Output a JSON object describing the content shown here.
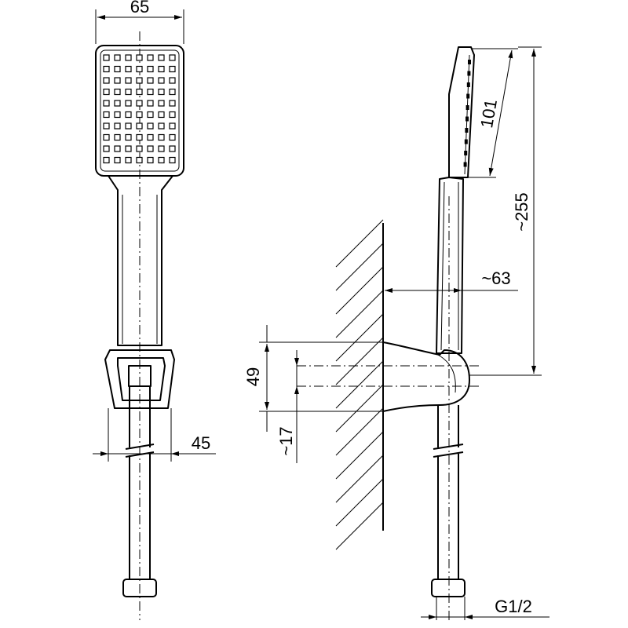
{
  "dimensions": {
    "width_head": "65",
    "width_holder": "45",
    "head_height": "101",
    "total_length": "~255",
    "offset": "~63",
    "holder_height": "49",
    "holder_offset": "~17",
    "thread": "G1/2"
  }
}
